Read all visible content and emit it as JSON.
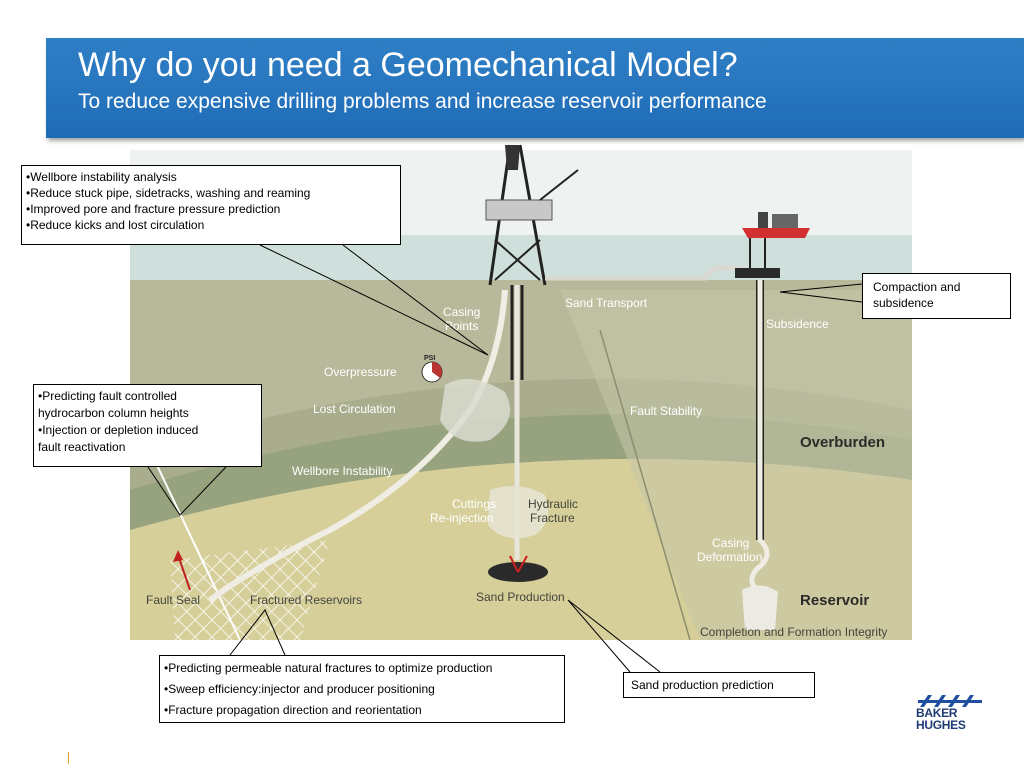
{
  "slide": {
    "title": "Why do you need a Geomechanical Model?",
    "subtitle": "To reduce expensive drilling problems and increase reservoir performance"
  },
  "diagram_labels": {
    "casing_points": [
      "Casing",
      "Points"
    ],
    "sand_transport": "Sand Transport",
    "subsidence": "Subsidence",
    "overpressure": "Overpressure",
    "psi": "PSI",
    "lost_circulation": "Lost Circulation",
    "fault_stability": "Fault Stability",
    "overburden": "Overburden",
    "wellbore_instability": "Wellbore Instability",
    "cuttings_reinjection": [
      "Cuttings",
      "Re-injection"
    ],
    "hydraulic_fracture": [
      "Hydraulic",
      "Fracture"
    ],
    "casing_deformation": [
      "Casing",
      "Deformation"
    ],
    "fault_seal": "Fault Seal",
    "fractured_reservoirs": "Fractured Reservoirs",
    "sand_production": "Sand Production",
    "reservoir": "Reservoir",
    "completion": "Completion and Formation Integrity"
  },
  "callouts": {
    "wellbore": [
      "•Wellbore instability  analysis",
      "•Reduce stuck pipe, sidetracks, washing and reaming",
      "•Improved pore and fracture pressure prediction",
      "•Reduce kicks and lost circulation"
    ],
    "fault": [
      "•Predicting fault controlled",
      "hydrocarbon column heights",
      "•Injection or depletion induced",
      "fault reactivation"
    ],
    "fractures": [
      "•Predicting permeable natural fractures to optimize production",
      "•Sweep efficiency:injector and producer positioning",
      "•Fracture propagation direction and reorientation"
    ],
    "compaction": [
      "Compaction and",
      "subsidence"
    ],
    "sand": "Sand production prediction"
  },
  "logo": {
    "name": "baker-hughes-logo",
    "lines": [
      "BAKER",
      "HUGHES"
    ]
  },
  "colors": {
    "header_blue": "#2474bf",
    "sea": "#cfe0dc",
    "overburden": "#b8b89a",
    "reservoir": "#d6cf9a"
  }
}
